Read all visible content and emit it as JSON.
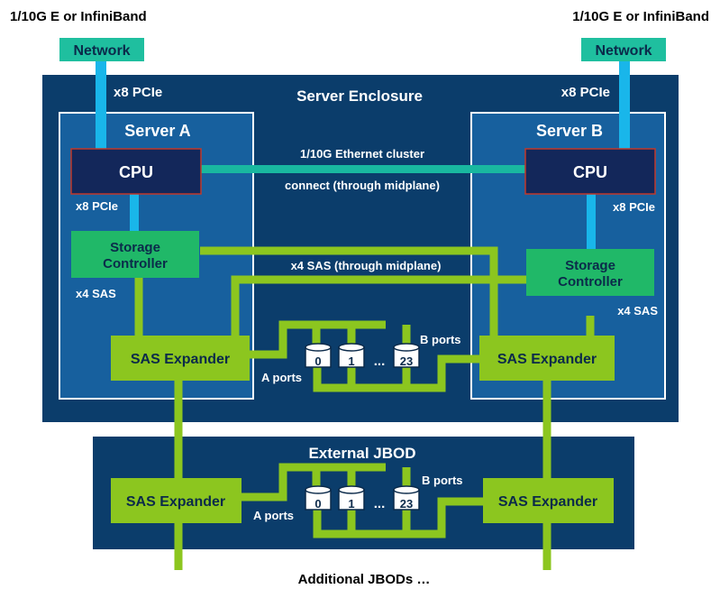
{
  "labels": {
    "left_link_type": "1/10G E or InfiniBand",
    "right_link_type": "1/10G E or InfiniBand",
    "network_left": "Network",
    "network_right": "Network",
    "pcie_left_top": "x8 PCIe",
    "pcie_right_top": "x8 PCIe",
    "server_enclosure": "Server Enclosure",
    "server_a": "Server A",
    "server_b": "Server B",
    "cpu_a": "CPU",
    "cpu_b": "CPU",
    "cluster_line1": "1/10G Ethernet cluster",
    "cluster_line2": "connect (through midplane)",
    "pcie_a_inner": "x8 PCIe",
    "pcie_b_inner": "x8 PCIe",
    "storage_a_line1": "Storage",
    "storage_a_line2": "Controller",
    "storage_b_line1": "Storage",
    "storage_b_line2": "Controller",
    "sas_midplane": "x4 SAS (through midplane)",
    "x4sas_a": "x4 SAS",
    "x4sas_b": "x4 SAS",
    "expander_a": "SAS Expander",
    "expander_b": "SAS Expander",
    "b_ports_top": "B ports",
    "a_ports_top": "A ports",
    "disk_0_top": "0",
    "disk_1_top": "1",
    "ellipsis_top": "...",
    "disk_23_top": "23",
    "external_jbod": "External JBOD",
    "expander_jbod_left": "SAS Expander",
    "expander_jbod_right": "SAS Expander",
    "b_ports_bottom": "B ports",
    "a_ports_bottom": "A ports",
    "disk_0_bottom": "0",
    "disk_1_bottom": "1",
    "ellipsis_bottom": "...",
    "disk_23_bottom": "23",
    "additional_jbods": "Additional JBODs …"
  },
  "colors": {
    "enclosure_blue": "#0b3d6b",
    "server_blue": "#17609e",
    "cpu_navy": "#13275a",
    "storage_green": "#20b868",
    "expander_green": "#8cc61f",
    "network_teal": "#1fbf9f",
    "pcie_cyan": "#19b6ea",
    "cluster_teal": "#19b8a0"
  }
}
